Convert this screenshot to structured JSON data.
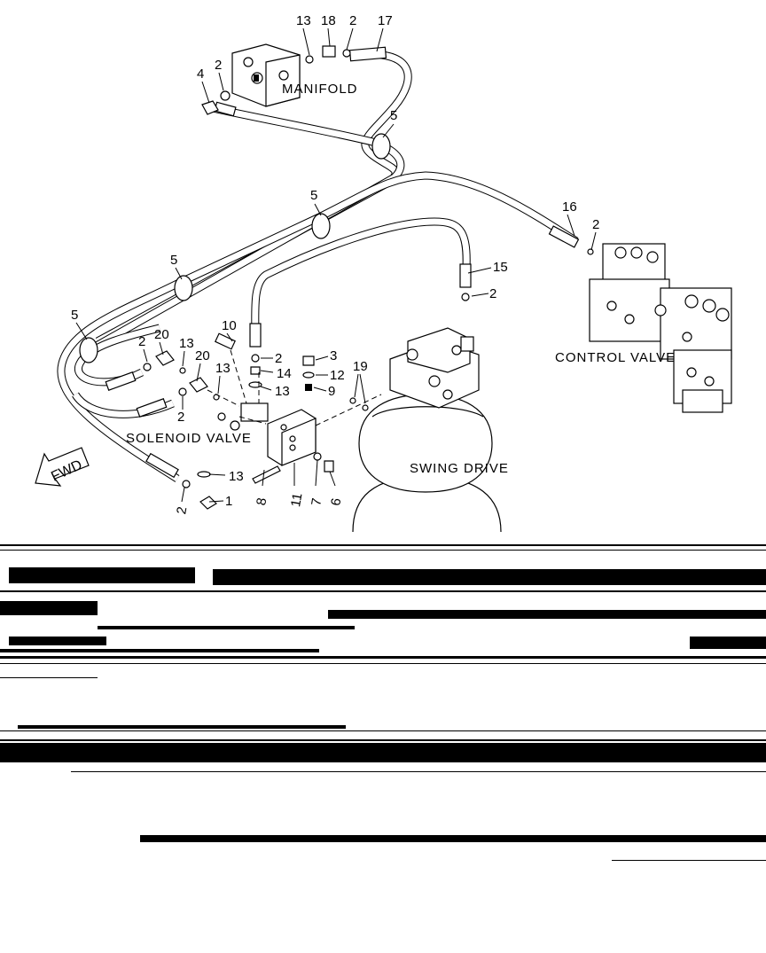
{
  "diagram": {
    "component_labels": {
      "manifold": "MANIFOLD",
      "control_valve": "CONTROL VALVE",
      "solenoid_valve": "SOLENOID VALVE",
      "swing_drive": "SWING DRIVE",
      "fwd_arrow": "FWD"
    },
    "callouts": [
      "13",
      "18",
      "2",
      "17",
      "4",
      "2",
      "5",
      "5",
      "16",
      "2",
      "5",
      "15",
      "2",
      "5",
      "10",
      "2",
      "14",
      "13",
      "3",
      "12",
      "9",
      "19",
      "2",
      "20",
      "13",
      "20",
      "13",
      "2",
      "13",
      "1",
      "2",
      "8",
      "11",
      "7",
      "6"
    ]
  }
}
